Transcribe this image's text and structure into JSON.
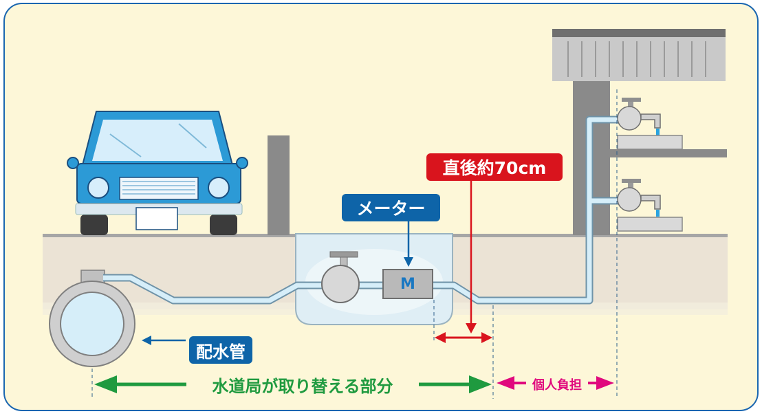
{
  "labels": {
    "meter": "メーター",
    "distance": "直後約70cm",
    "main_pipe": "配水管",
    "bureau_section": "水道局が取り替える部分",
    "personal_section": "個人負担",
    "meter_symbol": "M"
  },
  "colors": {
    "background": "#fdf7d8",
    "frame": "#1a66b0",
    "ground": "#ebe3d5",
    "pipe": "#d6eef9",
    "car": "#2c9ad6",
    "label_blue": "#0e64a8",
    "label_red": "#d9141d",
    "bureau_green": "#1f9a3f",
    "personal_pink": "#e0097d"
  }
}
